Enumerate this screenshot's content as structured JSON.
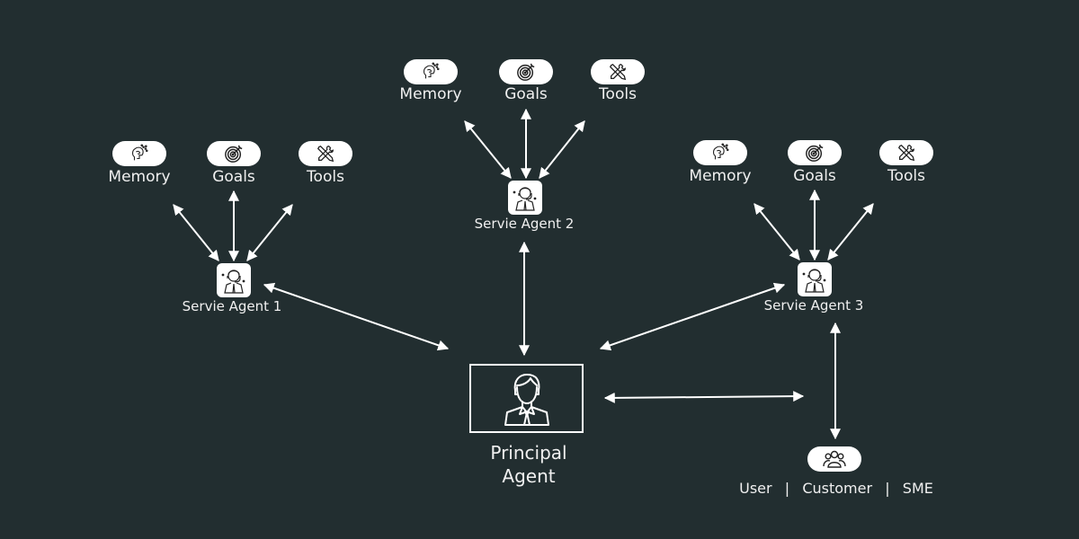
{
  "resource_labels": {
    "memory": "Memory",
    "goals": "Goals",
    "tools": "Tools"
  },
  "icons": {
    "memory": "brain-gears-icon",
    "goals": "target-icon",
    "tools": "wrench-screwdriver-icon",
    "agent": "support-agent-headset-icon",
    "principal": "businessman-icon",
    "users": "user-group-icon"
  },
  "agents": [
    {
      "label": "Servie Agent 1"
    },
    {
      "label": "Servie Agent 2"
    },
    {
      "label": "Servie Agent 3"
    }
  ],
  "principal": {
    "line1": "Principal",
    "line2": "Agent"
  },
  "users": {
    "label": "User  |  Customer  |  SME"
  },
  "colors": {
    "background": "#222e30",
    "foreground": "#ffffff"
  }
}
